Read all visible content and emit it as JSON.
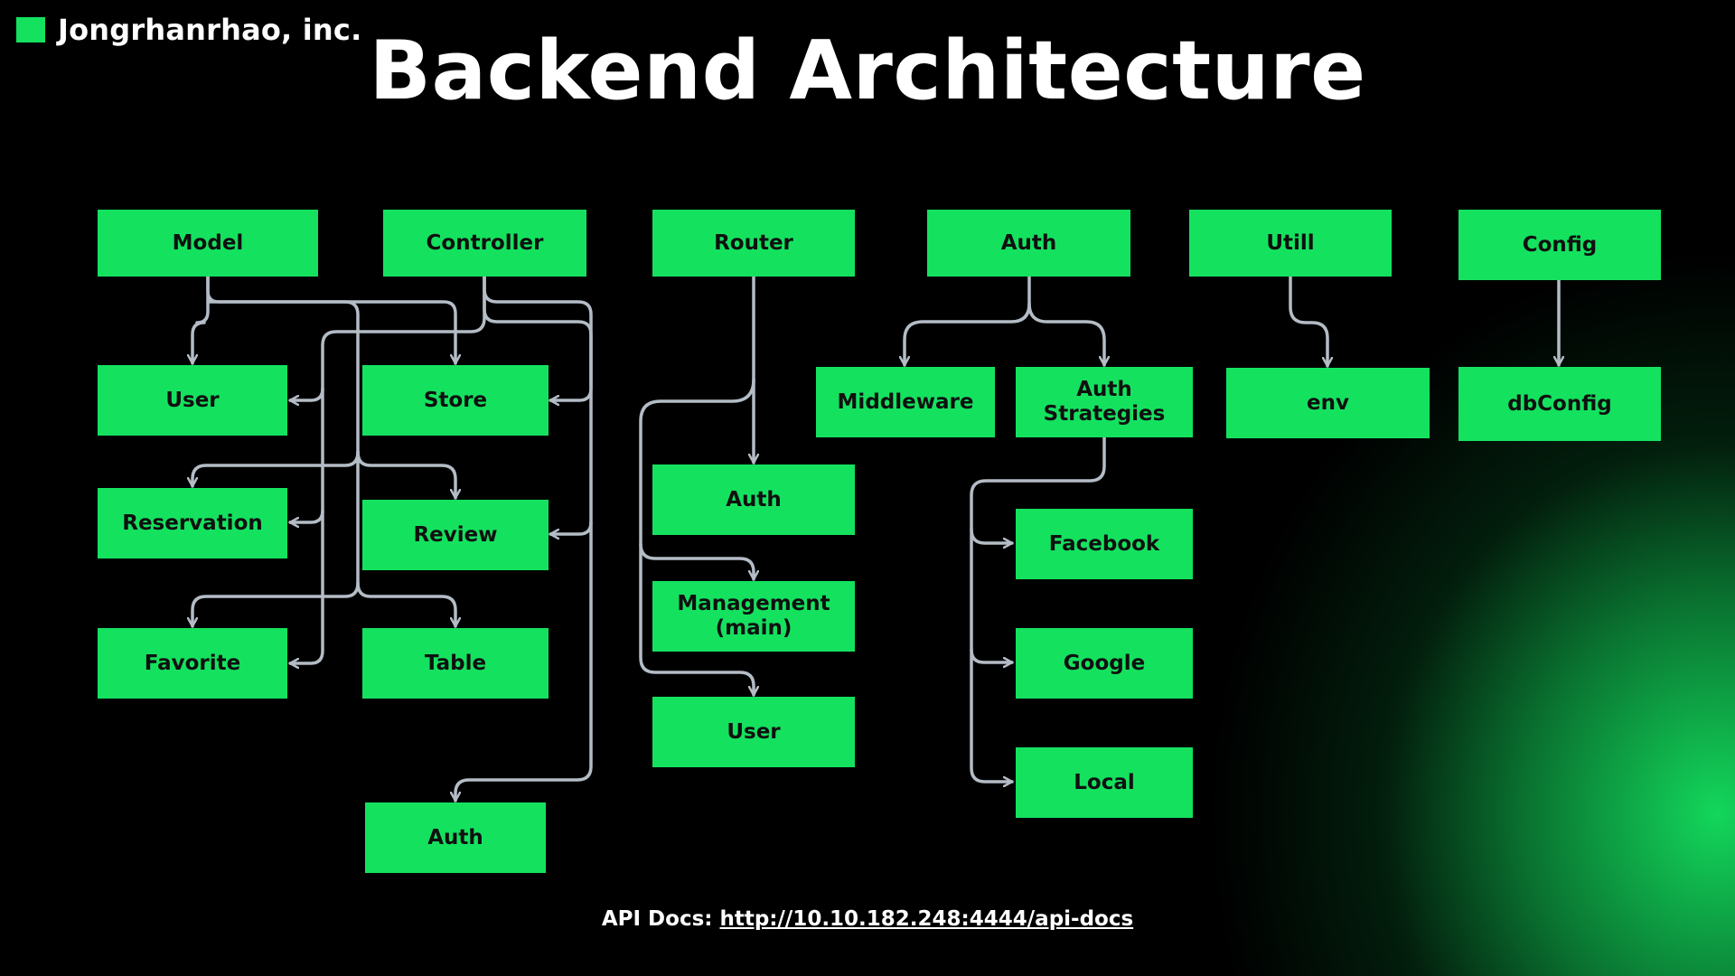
{
  "brand": {
    "name": "Jongrhanrhao, inc."
  },
  "title": "Backend Architecture",
  "colors": {
    "box": "#14e25f",
    "background": "#000000",
    "connector": "#b4bcc6",
    "text": "#ffffff"
  },
  "nodes": {
    "model": "Model",
    "controller": "Controller",
    "router": "Router",
    "auth": "Auth",
    "util": "Utill",
    "config": "Config",
    "user": "User",
    "store": "Store",
    "reservation": "Reservation",
    "review": "Review",
    "favorite": "Favorite",
    "table": "Table",
    "controller_auth": "Auth",
    "router_auth": "Auth",
    "router_management": "Management\n(main)",
    "router_user": "User",
    "middleware": "Middleware",
    "auth_strategies": "Auth Strategies",
    "facebook": "Facebook",
    "google": "Google",
    "local": "Local",
    "env": "env",
    "dbconfig": "dbConfig"
  },
  "footer": {
    "label": "API Docs:",
    "link": "http://10.10.182.248:4444/api-docs"
  }
}
